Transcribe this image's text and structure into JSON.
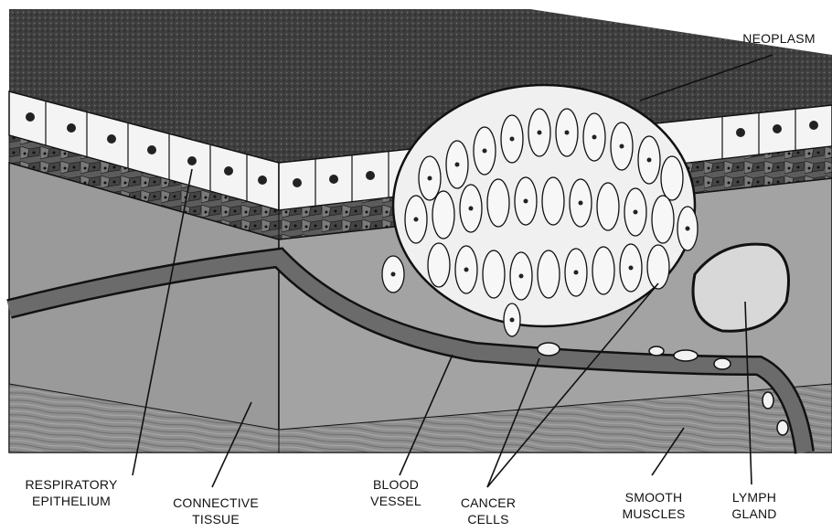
{
  "labels": {
    "neoplasm": "NEOPLASM",
    "respiratory_epithelium": [
      "RESPIRATORY",
      "EPITHELIUM"
    ],
    "connective_tissue": [
      "CONNECTIVE",
      "TISSUE"
    ],
    "blood_vessel": [
      "BLOOD",
      "VESSEL"
    ],
    "cancer_cells": [
      "CANCER",
      "CELLS"
    ],
    "smooth_muscles": [
      "SMOOTH",
      "MUSCLES"
    ],
    "lymph_gland": [
      "LYMPH",
      "GLAND"
    ]
  }
}
